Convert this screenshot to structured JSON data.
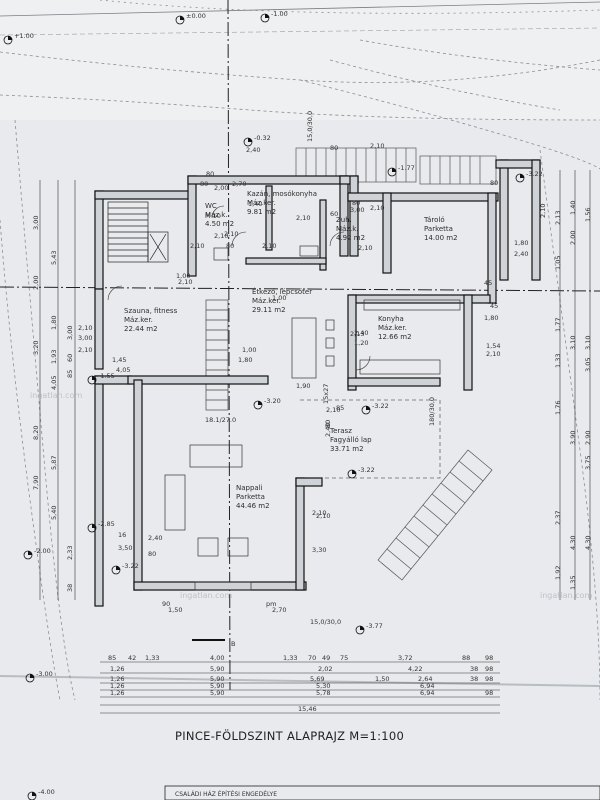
{
  "drawing": {
    "title": "PINCE-FÖLDSZINT ALAPRAJZ M=1:100",
    "footer_text": "CSALÁDI HÁZ ÉPÍTÉSI ENGEDÉLYE",
    "section_mark": "B",
    "watermark": "ingatlan.com",
    "stair_upper_label": "15,0/30,0",
    "stair_lower_label": "15,0/30,0",
    "stair_small_label": "18.1/27.0"
  },
  "rooms": [
    {
      "line1": "Kazán, mosókonyha",
      "line2": "Máz.ker.",
      "line3": "9.81 m2"
    },
    {
      "line1": "Zuh.",
      "line2": "Máz.k.",
      "line3": "4.92 m2"
    },
    {
      "line1": "Tároló",
      "line2": "Parketta",
      "line3": "14.00 m2"
    },
    {
      "line1": "WC",
      "line2": "Máz.k.",
      "line3": "4.50 m2"
    },
    {
      "line1": "Étkező, lépcsőtér",
      "line2": "Máz.ker.",
      "line3": "29.11 m2"
    },
    {
      "line1": "Szauna, fitness",
      "line2": "Máz.ker.",
      "line3": "22.44 m2"
    },
    {
      "line1": "Konyha",
      "line2": "Máz.ker.",
      "line3": "12.66 m2"
    },
    {
      "line1": "Terasz",
      "line2": "Fagyálló lap",
      "line3": "33.71 m2"
    },
    {
      "line1": "Nappali",
      "line2": "Parketta",
      "line3": "44.46 m2"
    }
  ],
  "levels": [
    "+1.00",
    "±0.00",
    "-1.00",
    "-0.32",
    "-1.77",
    "-3.22",
    "-1.55",
    "-3.20",
    "-3.22",
    "-3.22",
    "-2.85",
    "-2.00",
    "-3.22",
    "-3.77",
    "-3.00",
    "-4.00"
  ],
  "bottom_dims": {
    "row1": [
      "85",
      "42",
      "1,33",
      "4,00",
      "1,33",
      "70",
      "49",
      "75",
      "3,72",
      "88",
      "98"
    ],
    "row2": [
      "1,26",
      "5,90",
      "2,02",
      "4,22",
      "38",
      "98"
    ],
    "row3": [
      "1,26",
      "5,90",
      "5,69",
      "1,50",
      "2,64",
      "38",
      "98"
    ],
    "row4": [
      "1,26",
      "5,90",
      "5,30",
      "6,94"
    ],
    "row5": [
      "1,26",
      "5,90",
      "5,78",
      "6,94",
      "98"
    ],
    "row6": [
      "15,46"
    ]
  },
  "left_dims": [
    "3,00",
    "5,43",
    "2,00",
    "1,80",
    "3,20",
    "3,00",
    "60",
    "1,93",
    "4,05",
    "8,20",
    "5,87",
    "7,90",
    "5,40",
    "2,33",
    "85",
    "38"
  ],
  "right_dims": [
    "2,13",
    "1,40",
    "2,00",
    "1,56",
    "1,05",
    "1,77",
    "1,33",
    "3,10",
    "3,10",
    "3,05",
    "1,76",
    "3,90",
    "2,90",
    "3,75",
    "2,37",
    "4,30",
    "4,30",
    "1,92",
    "1,35"
  ],
  "interior_dims": [
    "80",
    "2,00",
    "M 10",
    "2,10",
    "2,10",
    "2,10",
    "80",
    "2,10",
    "60",
    "2,10",
    "2,10",
    "1,80",
    "2,40",
    "1,00",
    "2,10",
    "1,00",
    "2,10",
    "3,00",
    "2,10",
    "2,40",
    "1,20",
    "1,80",
    "1,54",
    "2,10",
    "1,00",
    "1,80",
    "1,45",
    "4,05",
    "15x27",
    "85",
    "2,10",
    "80",
    "2,40",
    "16",
    "3,50",
    "2,40",
    "80",
    "2,10",
    "3,30",
    "90",
    "1,50",
    "pm",
    "2,70",
    "2,40",
    "80",
    "2,10",
    "80",
    "2,10",
    "45",
    "45",
    "180/30,0",
    "1,90",
    "2,13",
    "80",
    "2,10",
    "1,40",
    "2,70",
    "2,10",
    "80",
    "3,00"
  ]
}
